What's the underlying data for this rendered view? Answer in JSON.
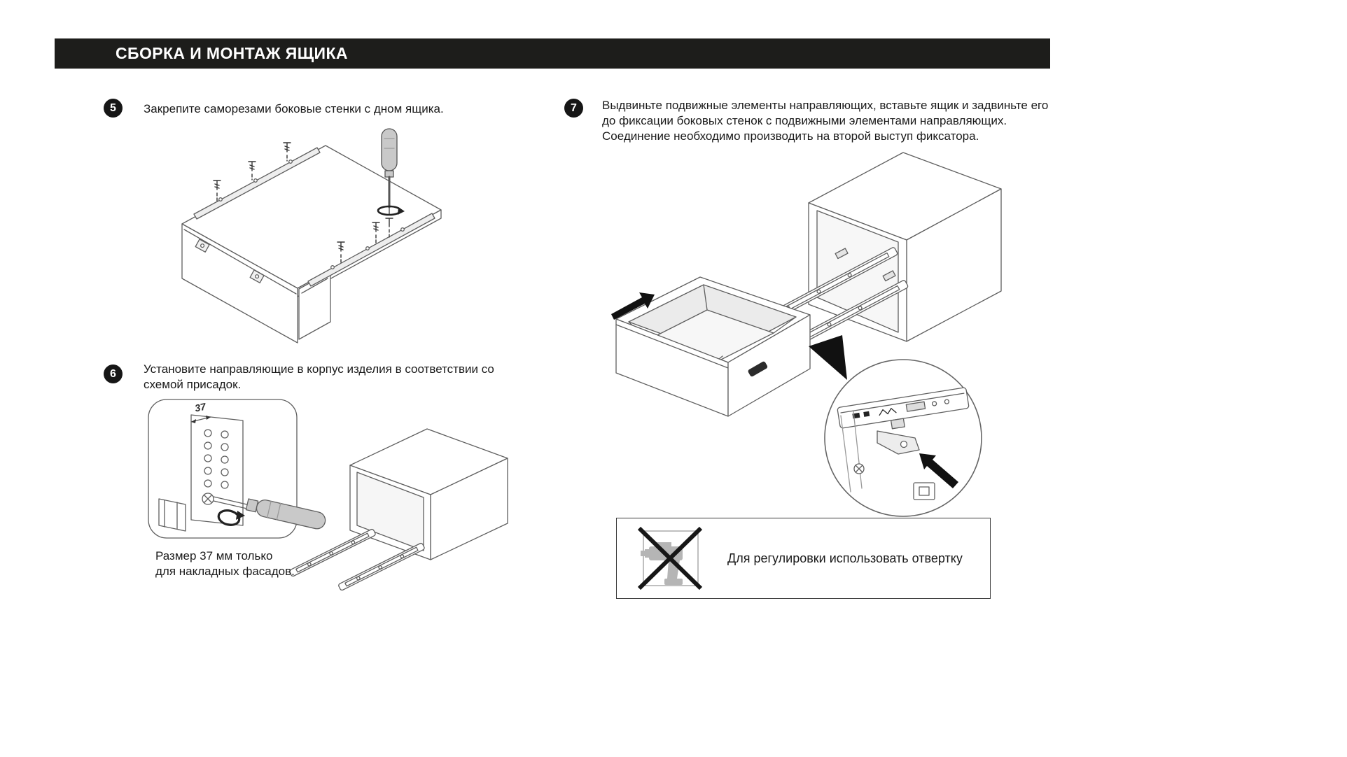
{
  "header": {
    "title": "СБОРКА И МОНТАЖ ЯЩИКА"
  },
  "steps": [
    {
      "number": "5",
      "text": "Закрепите саморезами боковые стенки с дном ящика."
    },
    {
      "number": "6",
      "text": "Установите направляющие в корпус изделия в соответствии со схемой присадок.",
      "caption": "Размер 37 мм только\nдля накладных фасадов.",
      "dimension_label": "37"
    },
    {
      "number": "7",
      "text": "Выдвиньте подвижные элементы направляющих, вставьте ящик и задвиньте его до фиксации боковых стенок с подвижными элементами направляющих. Соединение необходимо производить на второй выступ фиксатора."
    }
  ],
  "note": {
    "text": "Для регулировки использовать отвертку",
    "icon": "drill-crossed-icon"
  },
  "colors": {
    "header_bg": "#1d1d1b",
    "text": "#1a1a1a",
    "line_art": "#5f5f5f",
    "tool_gray": "#c9c9c9",
    "badge_bg": "#161616"
  }
}
